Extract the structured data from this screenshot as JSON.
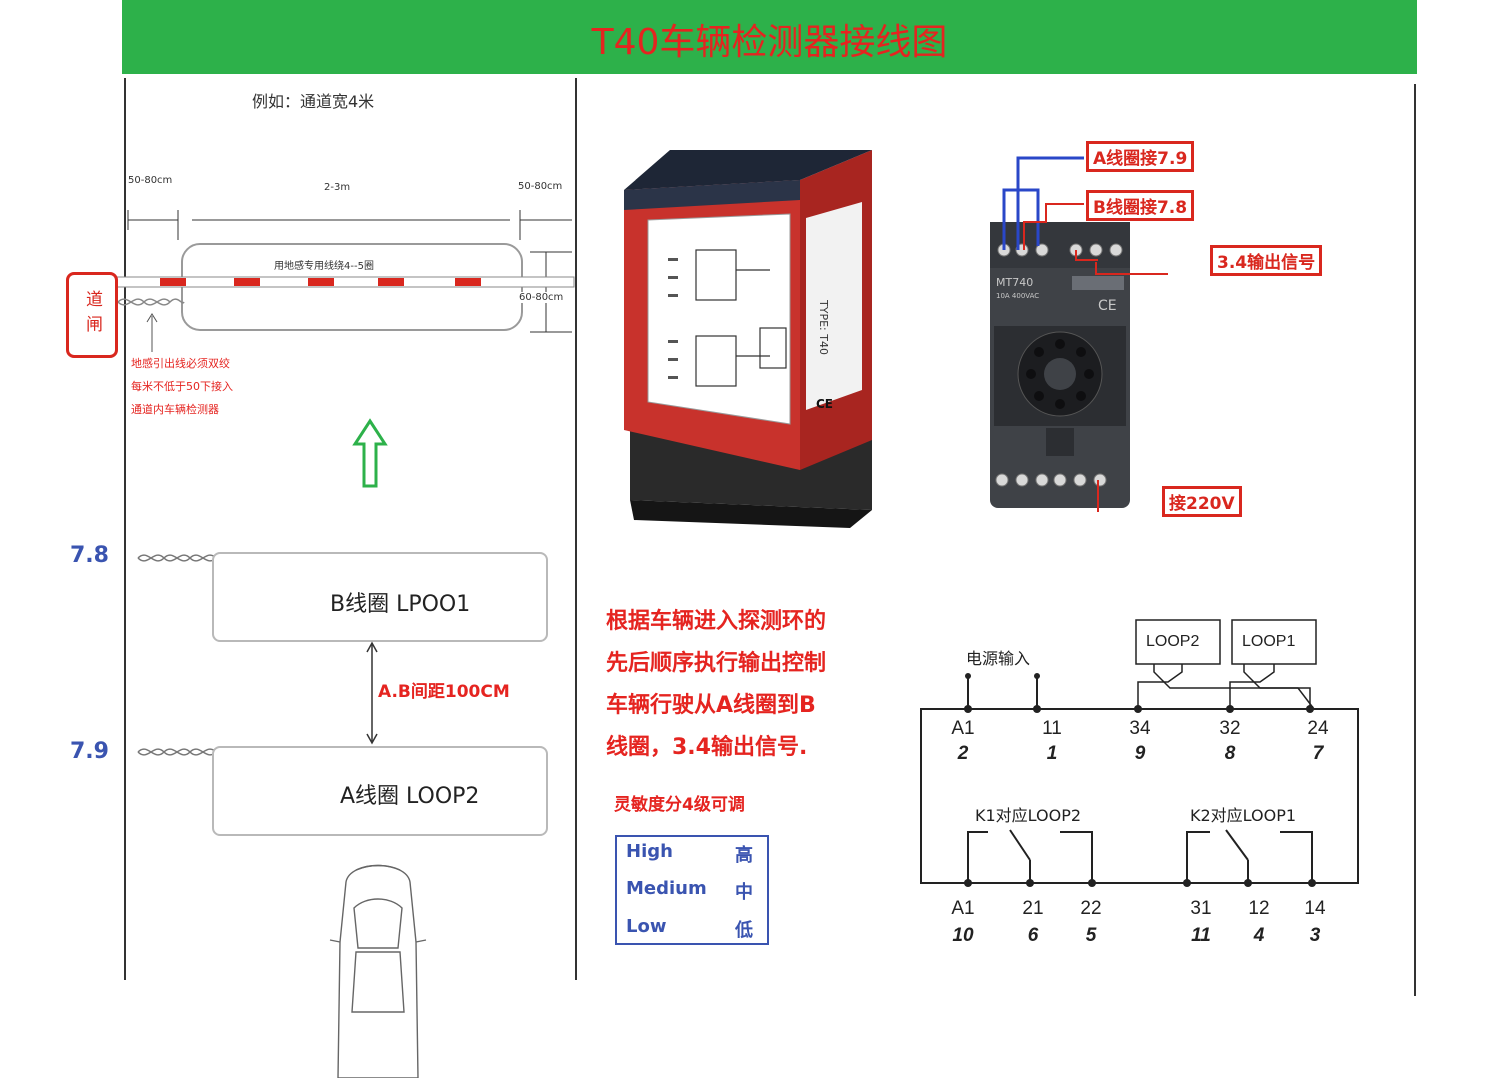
{
  "title": "T40车辆检测器接线图",
  "colors": {
    "header_green": "#2db14a",
    "title_red": "#e52420",
    "label_red": "#d9271e",
    "blue": "#3a54b0",
    "device_red": "#c8322c"
  },
  "layout_example": {
    "note": "例如：通道宽4米",
    "dim_left": "50-80cm",
    "dim_middle": "2-3m",
    "dim_right": "50-80cm",
    "dim_height": "60-80cm",
    "loop_label": "用地感专用线绕4--5圈",
    "gate_label": "道闸",
    "lead_note": [
      "地感引出线必须双绞",
      "每米不低于50下接入",
      "通道内车辆检测器"
    ]
  },
  "loops": {
    "b_number": "7.8",
    "b_name": "B线圈 LPOO1",
    "spacing": "A.B间距100CM",
    "a_number": "7.9",
    "a_name": "A线圈 LOOP2"
  },
  "device": {
    "type_label": "TYPE: T40",
    "ce": "CE"
  },
  "relay_base": {
    "model": "MT740",
    "rating": "10A 400VAC",
    "ce": "CE",
    "callout_a": "A线圈接7.9",
    "callout_b": "B线圈接7.8",
    "callout_out": "3.4输出信号",
    "callout_power": "接220V"
  },
  "description": [
    "根据车辆进入探测环的",
    "先后顺序执行输出控制",
    "车辆行驶从A线圈到B",
    "线圈，3.4输出信号."
  ],
  "sensitivity": {
    "title": "灵敏度分4级可调",
    "rows": [
      {
        "en": "High",
        "zh": "高"
      },
      {
        "en": "Medium",
        "zh": "中"
      },
      {
        "en": "Low",
        "zh": "低"
      }
    ]
  },
  "schematic": {
    "power_label": "电源输入",
    "loop2": "LOOP2",
    "loop1": "LOOP1",
    "top_terminals": [
      {
        "name": "A1",
        "num": "2"
      },
      {
        "name": "11",
        "num": "1"
      },
      {
        "name": "34",
        "num": "9"
      },
      {
        "name": "32",
        "num": "8"
      },
      {
        "name": "24",
        "num": "7"
      }
    ],
    "k1": "K1对应LOOP2",
    "k2": "K2对应LOOP1",
    "bottom_terminals": [
      {
        "name": "A1",
        "num": "10"
      },
      {
        "name": "21",
        "num": "6"
      },
      {
        "name": "22",
        "num": "5"
      },
      {
        "name": "31",
        "num": "11"
      },
      {
        "name": "12",
        "num": "4"
      },
      {
        "name": "14",
        "num": "3"
      }
    ]
  }
}
